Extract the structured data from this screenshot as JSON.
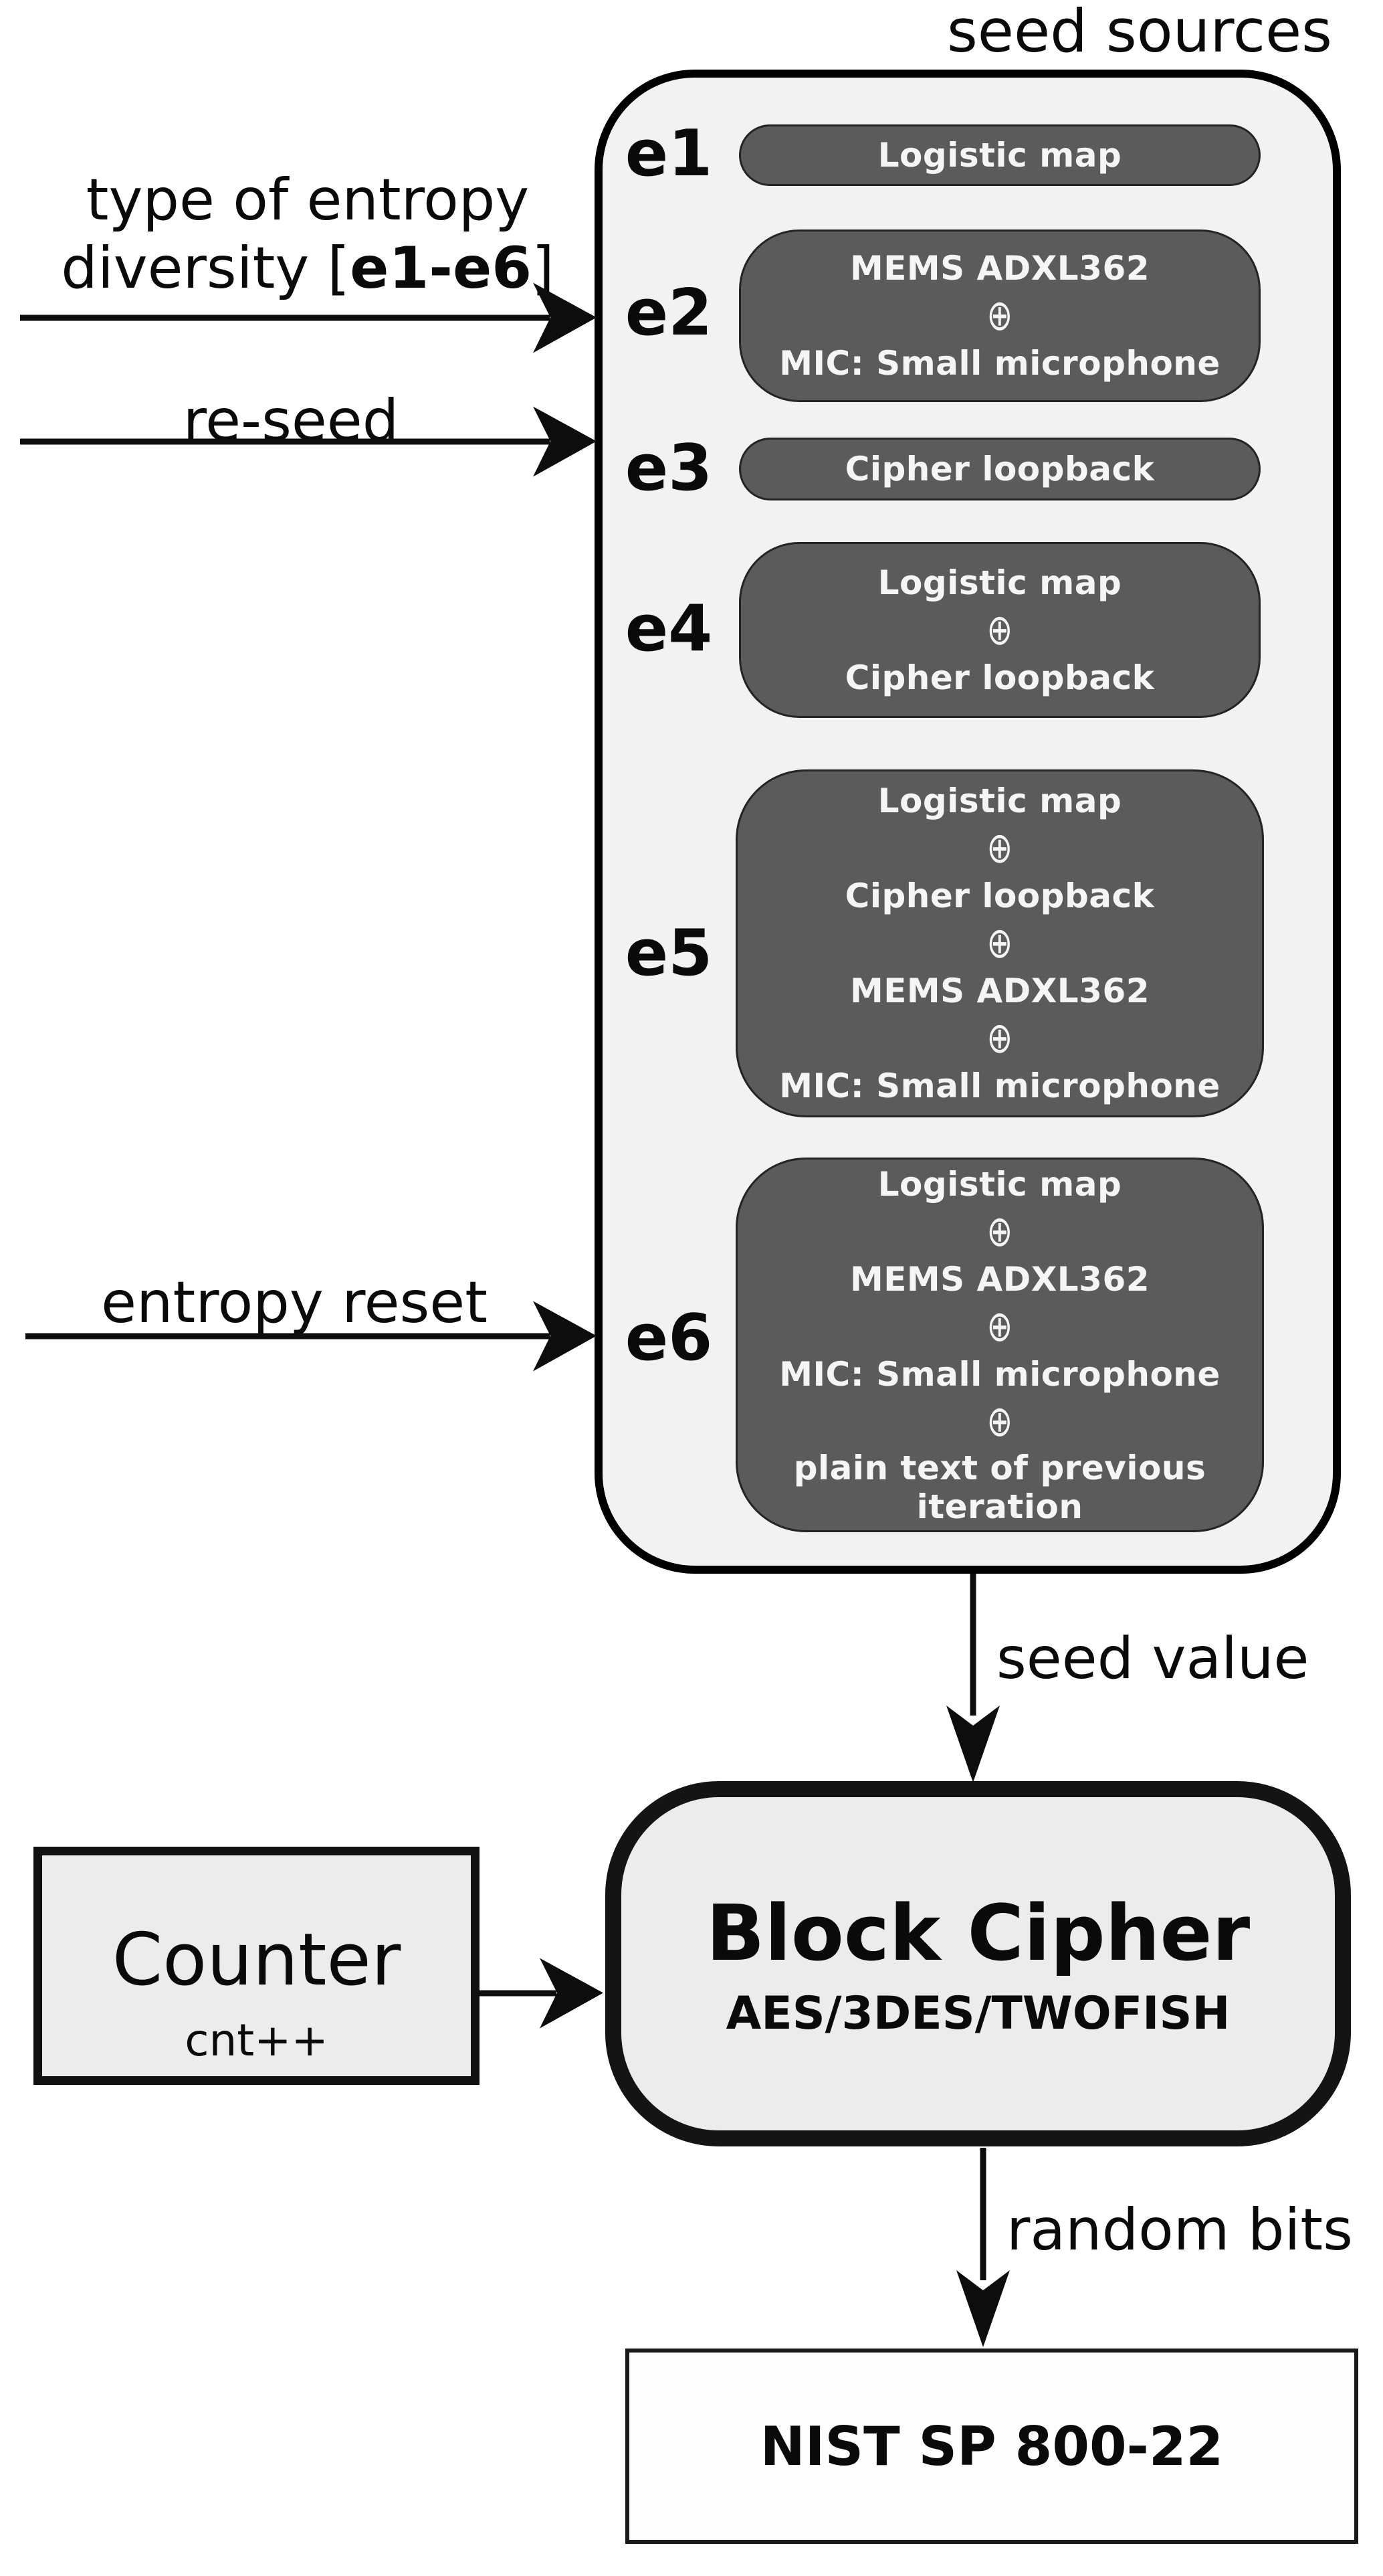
{
  "title": "seed sources",
  "xor": "⊕",
  "left_inputs": {
    "entropy_type_line1": "type of entropy",
    "entropy_type_line2_pre": "diversity [",
    "entropy_type_line2_bold": "e1-e6",
    "entropy_type_line2_post": "]",
    "reseed": "re-seed",
    "entropy_reset": "entropy reset"
  },
  "seed_sources": [
    {
      "id": "e1",
      "items": [
        "Logistic map"
      ]
    },
    {
      "id": "e2",
      "items": [
        "MEMS ADXL362",
        "MIC: Small microphone"
      ]
    },
    {
      "id": "e3",
      "items": [
        "Cipher loopback"
      ]
    },
    {
      "id": "e4",
      "items": [
        "Logistic map",
        "Cipher loopback"
      ]
    },
    {
      "id": "e5",
      "items": [
        "Logistic map",
        "Cipher loopback",
        "MEMS ADXL362",
        "MIC: Small microphone"
      ]
    },
    {
      "id": "e6",
      "items": [
        "Logistic map",
        "MEMS ADXL362",
        "MIC: Small microphone",
        "plain text of previous iteration"
      ]
    }
  ],
  "flow_labels": {
    "seed_value": "seed value",
    "random_bits": "random bits"
  },
  "counter": {
    "title": "Counter",
    "subtitle": "cnt++"
  },
  "block_cipher": {
    "title": "Block Cipher",
    "subtitle": "AES/3DES/TWOFISH"
  },
  "nist": {
    "label": "NIST SP 800-22"
  },
  "colors": {
    "source_fill": "#5b5b5b",
    "source_text": "#f5f5f5",
    "container_fill": "#f2f2f2",
    "box_fill": "#ececec",
    "nist_fill": "#fdfdfd",
    "line": "#0d0d0d"
  }
}
